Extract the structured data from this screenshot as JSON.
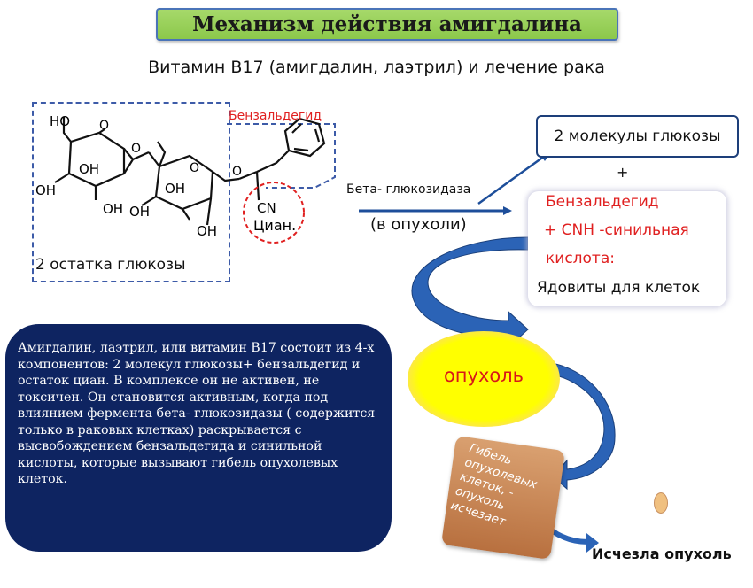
{
  "title": "Механизм действия амигдалина",
  "subtitle": "Витамин B17 (амигдалин, лаэтрил) и лечение рака",
  "structure": {
    "ho": "HO",
    "oh1": "OH",
    "oh2": "OH",
    "oh3": "OH",
    "oh4": "OH",
    "oh5": "OH",
    "oh6": "OH",
    "o1": "O",
    "o2": "O",
    "o3": "O",
    "o4": "O",
    "cn": "CN",
    "cyanide": "Циан.",
    "benzaldehyde_label": "Бензальдегид",
    "glucose_residues_label": "2 остатка глюкозы"
  },
  "reaction": {
    "enzyme": "Бета- глюкозидаза",
    "location": "(в опухоли)"
  },
  "products": {
    "glucose": "2 молекулы глюкозы",
    "plus": "+",
    "poison_line1": "Бензальдегид",
    "poison_line2": "+ CNH -синильная",
    "poison_line3": "кислота:",
    "poison_line4": "Ядовиты для клеток"
  },
  "info_text": "Амигдалин, лаэтрил, или витамин B17 состоит  из 4-х компонентов: 2 молекул глюкозы+ бензальдегид и остаток циан. В комплексе он  не активен, не токсичен.  Он становится активным, когда под влиянием фермента бета- глюкозидазы  ( содержится только в раковых клетках) раскрывается  с высвобождением  бензальдегида и синильной кислоты, которые  вызывают гибель опухолевых клеток.",
  "tumor_label": "опухоль",
  "death_text": "Гибель опухолевых клеток, - опухоль исчезает",
  "result": "Исчезла опухоль",
  "colors": {
    "title_bg": "#8cc84b",
    "info_bg": "#0e2461",
    "accent_red": "#e02020",
    "arrow_blue": "#1d4e9a",
    "tumor_yellow": "#ffff00",
    "death_brown": "#c07a45"
  }
}
